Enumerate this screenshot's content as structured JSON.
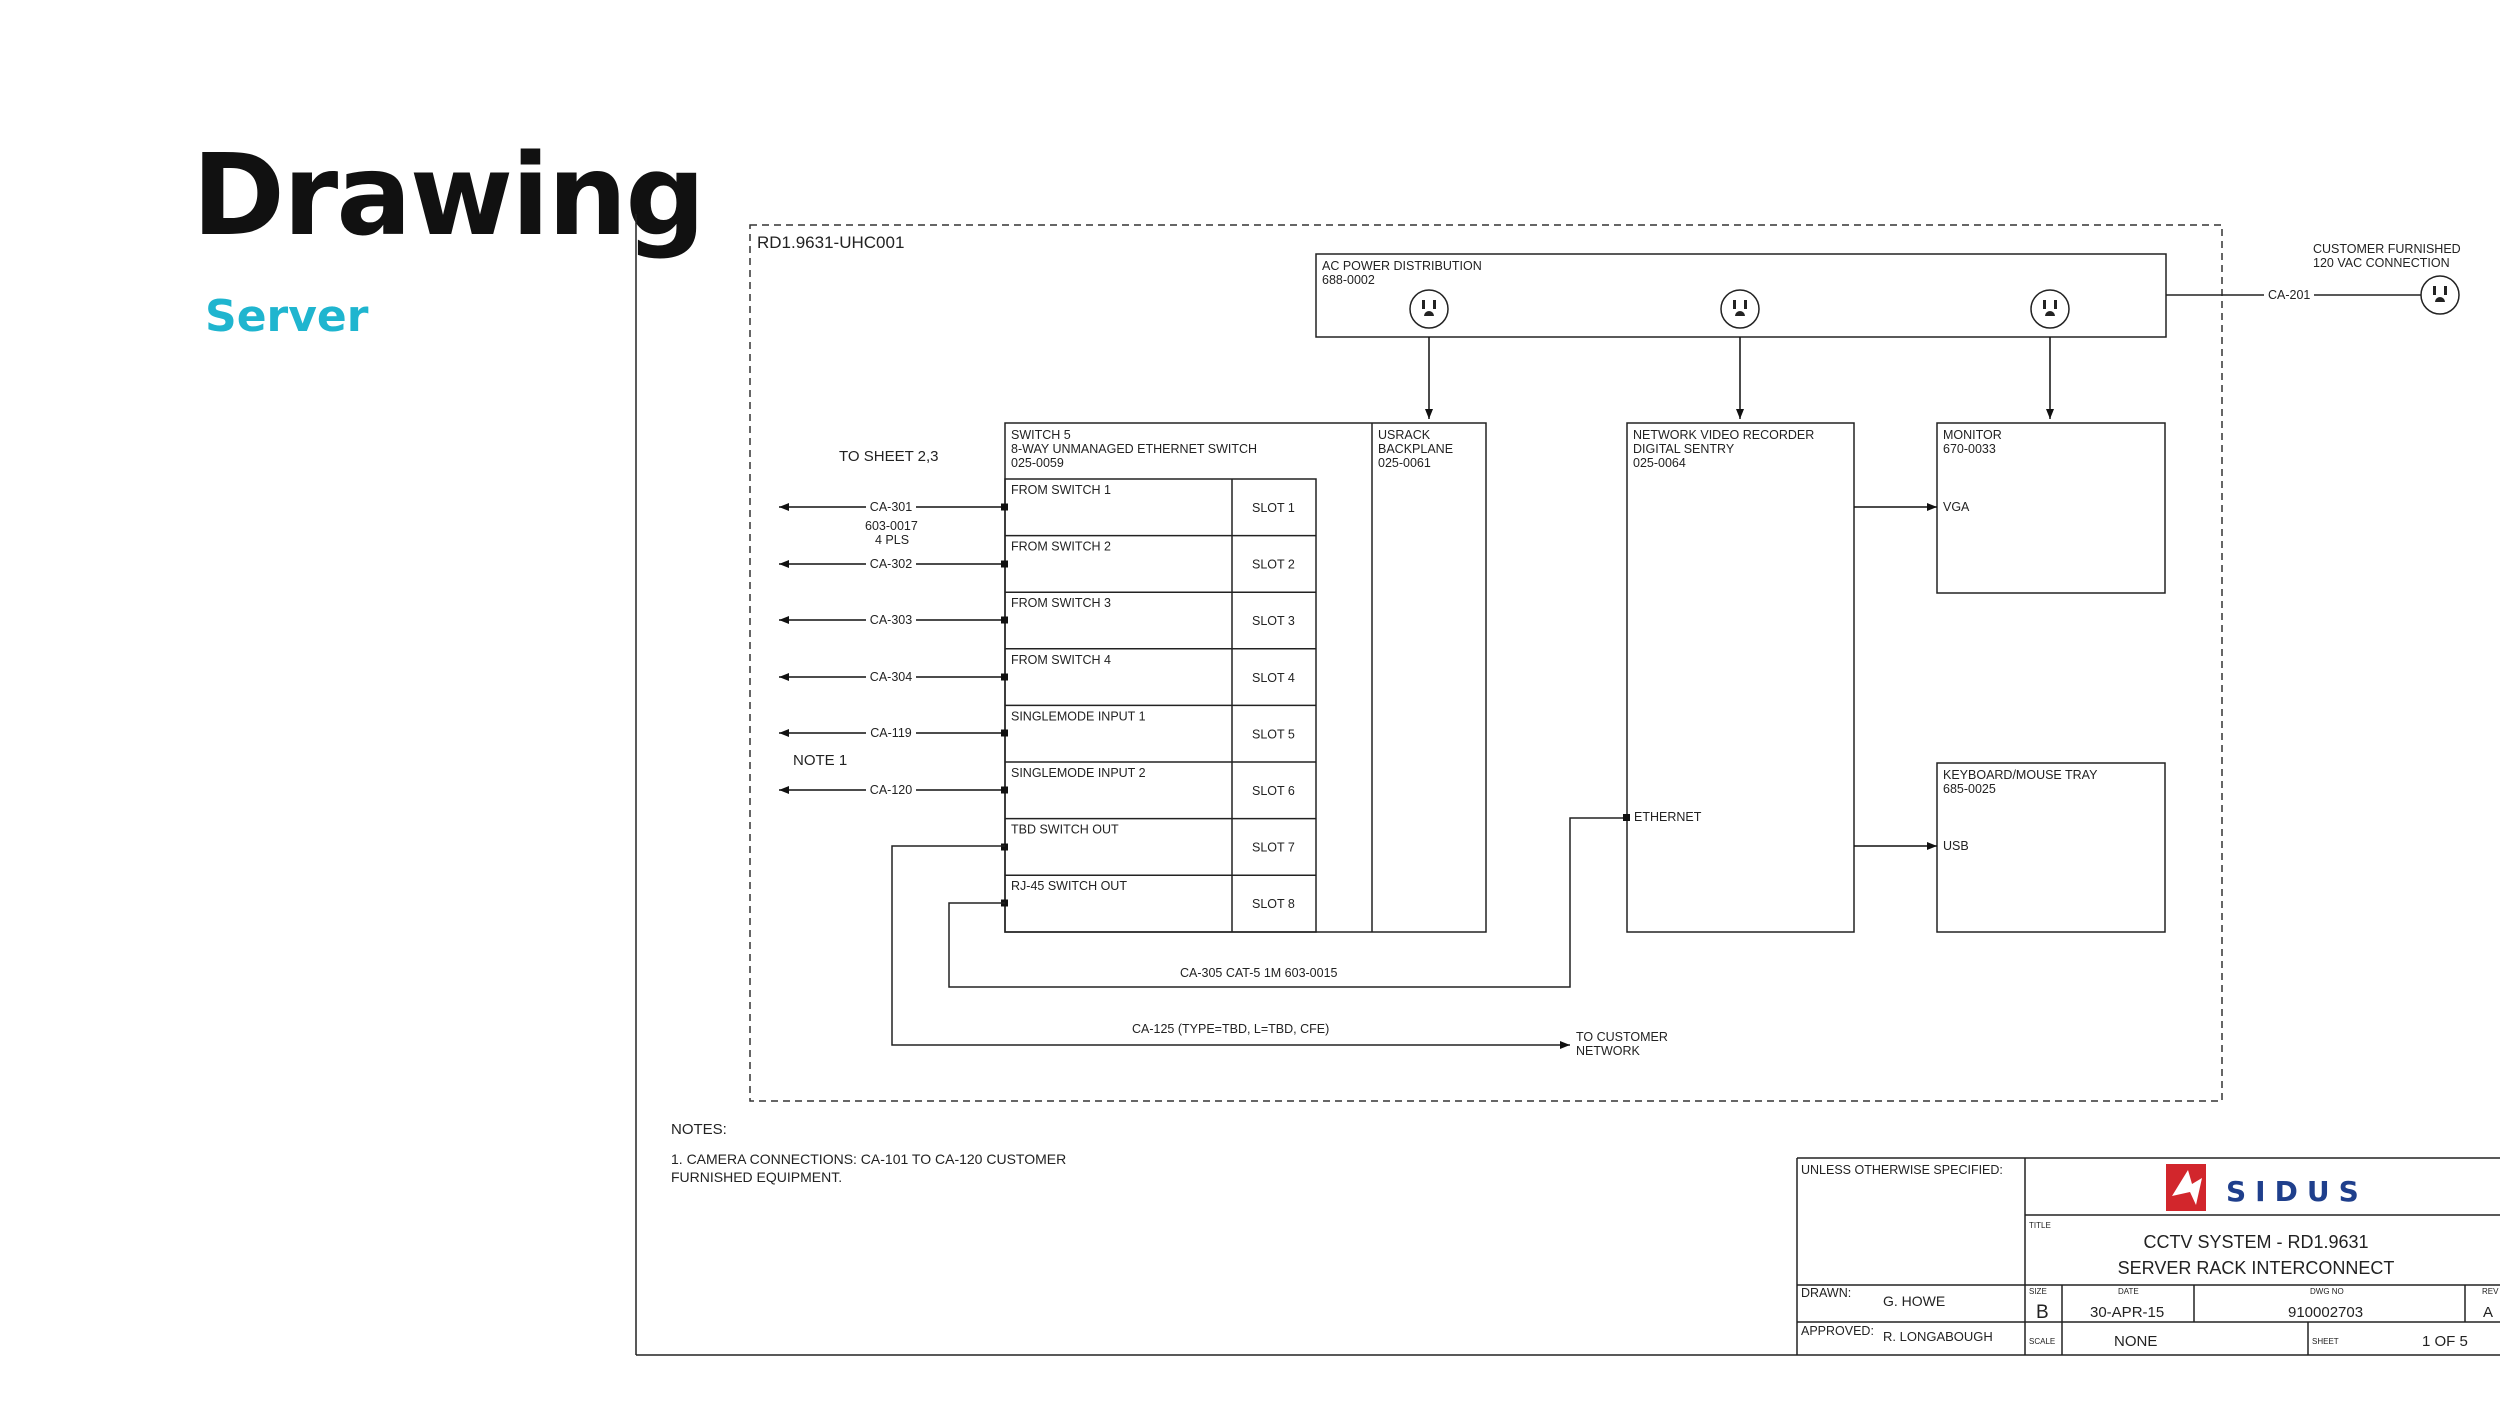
{
  "slide": {
    "title": "Drawing",
    "subtitle": "Server"
  },
  "drawing": {
    "frame_label": "RD1.9631-UHC001",
    "ac_power": {
      "title": "AC POWER DISTRIBUTION",
      "part": "688-0002"
    },
    "customer_power": {
      "line1": "CUSTOMER FURNISHED",
      "line2": "120 VAC CONNECTION",
      "cable": "CA-201"
    },
    "switch": {
      "line1": "SWITCH 5",
      "line2": "8-WAY UNMANAGED ETHERNET SWITCH",
      "part": "025-0059"
    },
    "backplane": {
      "line1": "USRACK",
      "line2": "BACKPLANE",
      "part": "025-0061"
    },
    "nvr": {
      "line1": "NETWORK VIDEO RECORDER",
      "line2": "DIGITAL SENTRY",
      "part": "025-0064",
      "port": "ETHERNET"
    },
    "monitor": {
      "line1": "MONITOR",
      "part": "670-0033",
      "port": "VGA"
    },
    "keyboard": {
      "line1": "KEYBOARD/MOUSE TRAY",
      "part": "685-0025",
      "port": "USB"
    },
    "to_sheet": "TO SHEET 2,3",
    "cable_part": {
      "line1": "603-0017",
      "line2": "4 PLS"
    },
    "note1": "NOTE 1",
    "slots": [
      {
        "input": "FROM SWITCH 1",
        "slot": "SLOT 1",
        "cable": "CA-301"
      },
      {
        "input": "FROM SWITCH 2",
        "slot": "SLOT 2",
        "cable": "CA-302"
      },
      {
        "input": "FROM SWITCH 3",
        "slot": "SLOT 3",
        "cable": "CA-303"
      },
      {
        "input": "FROM SWITCH 4",
        "slot": "SLOT 4",
        "cable": "CA-304"
      },
      {
        "input": "SINGLEMODE INPUT 1",
        "slot": "SLOT 5",
        "cable": "CA-119"
      },
      {
        "input": "SINGLEMODE INPUT 2",
        "slot": "SLOT 6",
        "cable": "CA-120"
      },
      {
        "input": "TBD SWITCH OUT",
        "slot": "SLOT 7",
        "cable": ""
      },
      {
        "input": "RJ-45 SWITCH OUT",
        "slot": "SLOT 8",
        "cable": ""
      }
    ],
    "ca305": "CA-305 CAT-5 1M 603-0015",
    "ca125": "CA-125 (TYPE=TBD, L=TBD, CFE)",
    "to_customer": {
      "line1": "TO CUSTOMER",
      "line2": "NETWORK"
    },
    "notes": {
      "heading": "NOTES:",
      "line1": "1. CAMERA CONNECTIONS:  CA-101 TO CA-120 CUSTOMER",
      "line2": "FURNISHED EQUIPMENT."
    },
    "title_block": {
      "unless": "UNLESS OTHERWISE SPECIFIED:",
      "logo_text": "SIDUS",
      "title_label": "TITLE",
      "title1": "CCTV SYSTEM - RD1.9631",
      "title2": "SERVER RACK INTERCONNECT",
      "drawn_label": "DRAWN:",
      "drawn": "G. HOWE",
      "approved_label": "APPROVED:",
      "approved": "R. LONGABOUGH",
      "size_label": "SIZE",
      "size": "B",
      "date_label": "DATE",
      "date": "30-APR-15",
      "dwg_label": "DWG NO",
      "dwg": "910002703",
      "rev_label": "REV",
      "rev": "A",
      "scale_label": "SCALE",
      "scale": "NONE",
      "sheet_label": "SHEET",
      "sheet": "1 OF 5"
    },
    "colors": {
      "logo_red": "#d2262c",
      "logo_blue": "#1f3f8c",
      "subtitle": "#1fb5cf"
    }
  }
}
